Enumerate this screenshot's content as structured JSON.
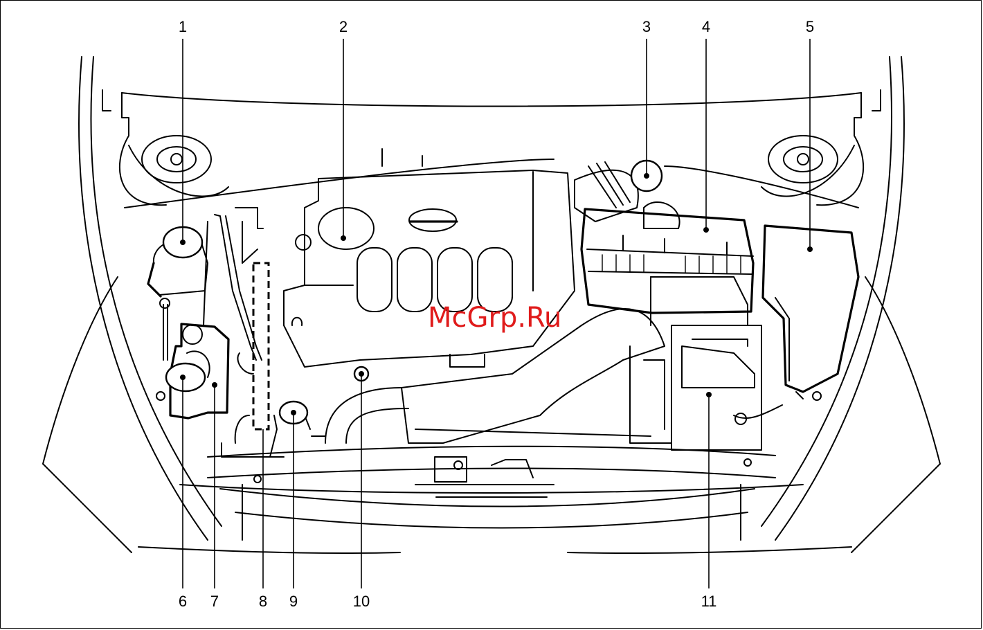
{
  "diagram": {
    "callouts_top": [
      "1",
      "2",
      "3",
      "4",
      "5"
    ],
    "callouts_bottom": [
      "6",
      "7",
      "8",
      "9",
      "10",
      "11"
    ],
    "watermark": "McGrp.Ru"
  },
  "colors": {
    "line": "#000000",
    "background": "#ffffff",
    "watermark": "#e01b1b"
  }
}
